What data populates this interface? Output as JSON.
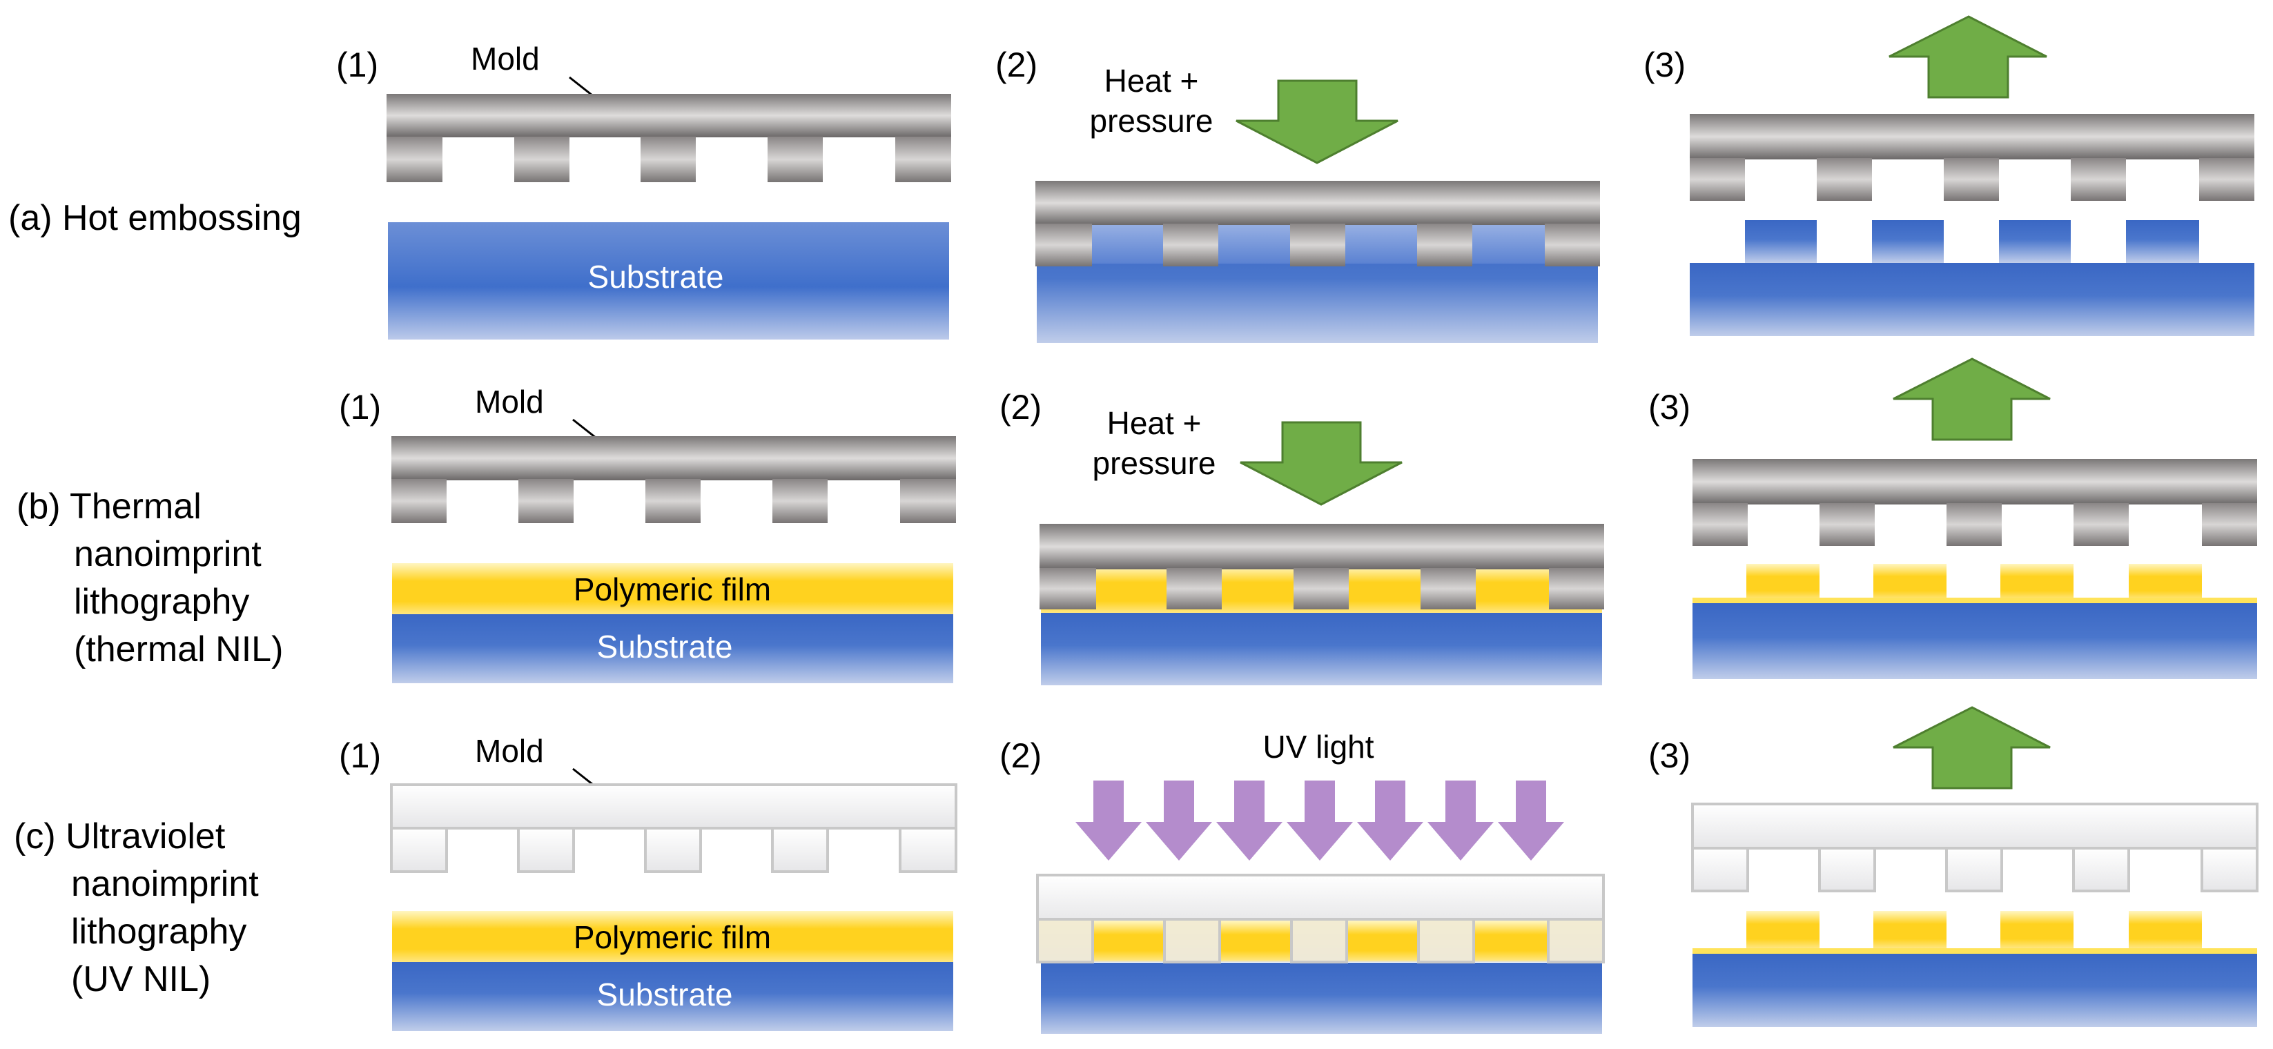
{
  "colors": {
    "mold_gray_dark": "#6f6c6c",
    "mold_gray_light": "#d9d7d6",
    "mold_uv_light": "#f4f4f5",
    "mold_uv_edge": "#c8c8c8",
    "substrate_blue": "#3f6fcb",
    "substrate_blue_light": "#b8c9ec",
    "polymer_yellow": "#ffd21f",
    "polymer_yellow_light": "#fff3b0",
    "arrow_green": "#70ad47",
    "arrow_green_edge": "#4e7f2f",
    "uv_purple": "#b48ccc"
  },
  "rows": [
    {
      "label_lines": [
        "(a) Hot embossing"
      ],
      "step1": {
        "number": "(1)",
        "mold_label": "Mold",
        "layers": [
          "Substrate"
        ]
      },
      "step2": {
        "number": "(2)",
        "action": [
          "Heat +",
          "pressure"
        ]
      },
      "step3": {
        "number": "(3)"
      }
    },
    {
      "label_lines": [
        "(b) Thermal",
        "nanoimprint",
        "lithography",
        "(thermal NIL)"
      ],
      "step1": {
        "number": "(1)",
        "mold_label": "Mold",
        "layers": [
          "Polymeric film",
          "Substrate"
        ]
      },
      "step2": {
        "number": "(2)",
        "action": [
          "Heat +",
          "pressure"
        ]
      },
      "step3": {
        "number": "(3)"
      }
    },
    {
      "label_lines": [
        "(c) Ultraviolet",
        "nanoimprint",
        "lithography",
        "(UV NIL)"
      ],
      "step1": {
        "number": "(1)",
        "mold_label": "Mold",
        "layers": [
          "Polymeric film",
          "Substrate"
        ]
      },
      "step2": {
        "number": "(2)",
        "action": [
          "UV light"
        ]
      },
      "step3": {
        "number": "(3)"
      }
    }
  ]
}
